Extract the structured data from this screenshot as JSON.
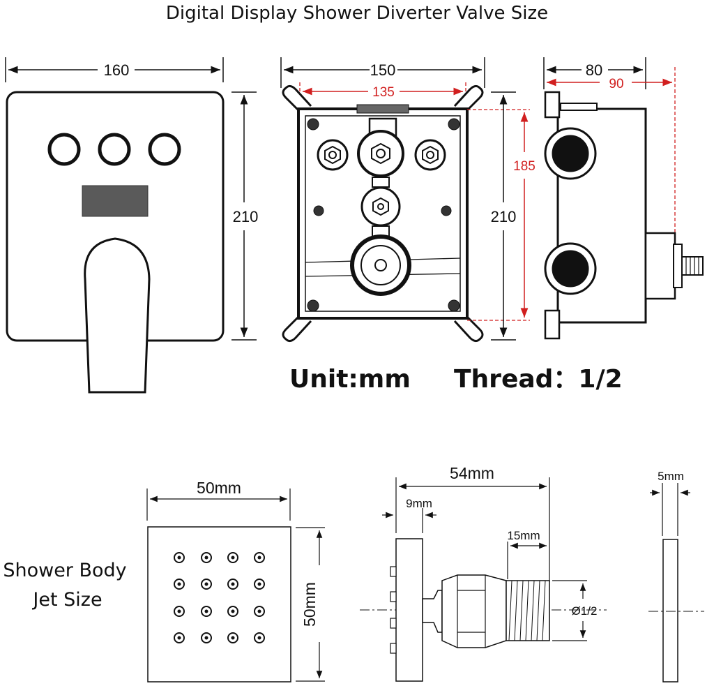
{
  "title": "Digital Display Shower Diverter Valve Size",
  "panel": {
    "width": "160",
    "height": "210"
  },
  "box": {
    "width": "150",
    "inner_width": "135",
    "height": "210",
    "inner_height": "185"
  },
  "side": {
    "depth": "80",
    "depth_outer": "90"
  },
  "unit_text": "Unit:mm",
  "thread_text": "Thread：1/2",
  "jet_label_line1": "Shower Body",
  "jet_label_line2": "Jet Size",
  "jet_front": {
    "width": "50mm",
    "height": "50mm"
  },
  "jet_side": {
    "length": "54mm",
    "flange": "9mm",
    "thread_len": "15mm",
    "diameter": "Ø1/2"
  },
  "jet_plate": {
    "thickness": "5mm"
  },
  "colors": {
    "line": "#111111",
    "red_dim": "#d11f1f",
    "display": "#5a5a5a"
  }
}
